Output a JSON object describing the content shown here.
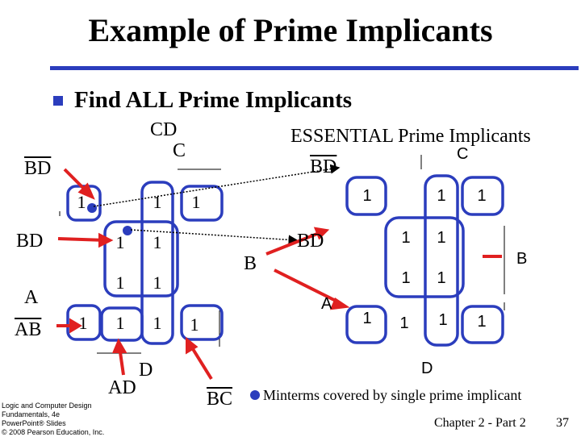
{
  "slide": {
    "title": "Example of Prime Implicants",
    "bullet": "Find ALL Prime Implicants",
    "chapter": "Chapter 2 - Part 2",
    "page_number": "37",
    "footer_lines": [
      "Logic and Computer Design Fundamentals, 4e",
      "PowerPoint® Slides",
      "© 2008 Pearson Education, Inc."
    ],
    "colors": {
      "accent": "#2b3dbd",
      "red_arrow": "#e02020",
      "black": "#000000"
    }
  },
  "left_map": {
    "label_cd": "CD",
    "label_c": "C",
    "label_bd_bar": "BD",
    "label_bd": "BD",
    "label_a": "A",
    "label_ab_bar": "AB",
    "label_b": "B",
    "label_d": "D",
    "label_ad": "AD",
    "label_bc_bar": "BC",
    "cells": [
      {
        "row": 0,
        "col": 0,
        "value": "1"
      },
      {
        "row": 0,
        "col": 2,
        "value": "1"
      },
      {
        "row": 0,
        "col": 3,
        "value": "1"
      },
      {
        "row": 1,
        "col": 1,
        "value": "1"
      },
      {
        "row": 1,
        "col": 2,
        "value": "1"
      },
      {
        "row": 2,
        "col": 1,
        "value": "1"
      },
      {
        "row": 2,
        "col": 2,
        "value": "1"
      },
      {
        "row": 3,
        "col": 0,
        "value": "1"
      },
      {
        "row": 3,
        "col": 1,
        "value": "1"
      },
      {
        "row": 3,
        "col": 2,
        "value": "1"
      },
      {
        "row": 3,
        "col": 3,
        "value": "1"
      }
    ]
  },
  "right_map": {
    "title": "ESSENTIAL Prime Implicants",
    "label_c": "C",
    "label_bd_bar": "BD",
    "label_bd": "BD",
    "label_a": "A",
    "label_b": "B",
    "label_d": "D",
    "cells": [
      {
        "row": 0,
        "col": 0,
        "value": "1"
      },
      {
        "row": 0,
        "col": 2,
        "value": "1"
      },
      {
        "row": 0,
        "col": 3,
        "value": "1"
      },
      {
        "row": 1,
        "col": 1,
        "value": "1"
      },
      {
        "row": 1,
        "col": 2,
        "value": "1"
      },
      {
        "row": 2,
        "col": 1,
        "value": "1"
      },
      {
        "row": 2,
        "col": 2,
        "value": "1"
      },
      {
        "row": 3,
        "col": 0,
        "value": "1"
      },
      {
        "row": 3,
        "col": 1,
        "value": "1"
      },
      {
        "row": 3,
        "col": 2,
        "value": "1"
      },
      {
        "row": 3,
        "col": 3,
        "value": "1"
      }
    ]
  },
  "legend": {
    "text": "Minterms covered by single prime implicant"
  }
}
